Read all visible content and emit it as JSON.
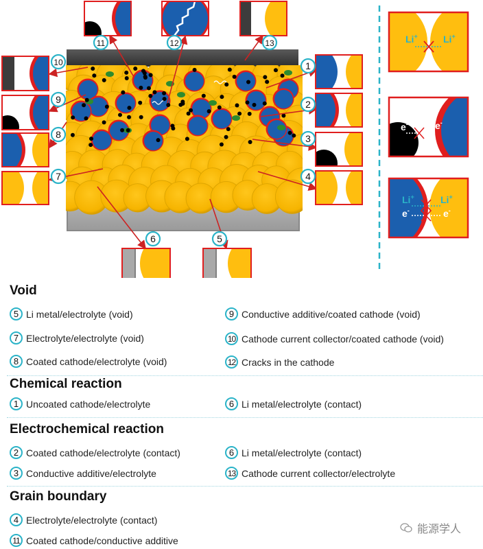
{
  "colors": {
    "electrolyte": "#ffbe0f",
    "cathode": "#1b5fae",
    "coating": "#e01e1e",
    "additive": "#000000",
    "binder": "#2e8b2e",
    "collector_top": "#3c3c3c",
    "li_metal": "#a9a9a9",
    "label_ring": "#2ab3c8",
    "arrow": "#cc2222",
    "divider": "#9fd5e0",
    "li_ion_text": "#2ab3c8"
  },
  "callouts": [
    {
      "n": "1",
      "icon": "uncoated-cathode-electrolyte-icon"
    },
    {
      "n": "2",
      "icon": "coated-cathode-electrolyte-icon"
    },
    {
      "n": "3",
      "icon": "additive-electrolyte-icon"
    },
    {
      "n": "4",
      "icon": "electrolyte-electrolyte-contact-icon"
    },
    {
      "n": "5",
      "icon": "li-metal-electrolyte-void-icon"
    },
    {
      "n": "6",
      "icon": "li-metal-electrolyte-contact-icon"
    },
    {
      "n": "7",
      "icon": "electrolyte-electrolyte-void-icon"
    },
    {
      "n": "8",
      "icon": "coated-cathode-electrolyte-void-icon"
    },
    {
      "n": "9",
      "icon": "additive-coated-cathode-void-icon"
    },
    {
      "n": "10",
      "icon": "collector-coated-cathode-void-icon"
    },
    {
      "n": "11",
      "icon": "coated-cathode-additive-icon"
    },
    {
      "n": "12",
      "icon": "cathode-crack-icon"
    },
    {
      "n": "13",
      "icon": "collector-electrolyte-icon"
    }
  ],
  "mechanisms": {
    "li_ion": "Li",
    "li_ion_sup": "+",
    "electron": "e",
    "electron_sup": "-"
  },
  "legend": {
    "sections": [
      {
        "title": "Void",
        "items": [
          {
            "n": "5",
            "text": "Li metal/electrolyte (void)"
          },
          {
            "n": "7",
            "text": "Electrolyte/electrolyte (void)"
          },
          {
            "n": "8",
            "text": "Coated cathode/electrolyte (void)"
          },
          {
            "n": "9",
            "text": "Conductive additive/coated cathode (void)"
          },
          {
            "n": "10",
            "text": "Cathode current collector/coated cathode (void)"
          },
          {
            "n": "12",
            "text": "Cracks in the cathode"
          }
        ]
      },
      {
        "title": "Chemical reaction",
        "items": [
          {
            "n": "1",
            "text": "Uncoated cathode/electrolyte"
          },
          {
            "n": "6",
            "text": "Li metal/electrolyte (contact)"
          }
        ]
      },
      {
        "title": "Electrochemical reaction",
        "items": [
          {
            "n": "2",
            "text": "Coated cathode/electrolyte (contact)"
          },
          {
            "n": "3",
            "text": "Conductive additive/electrolyte"
          },
          {
            "n": "6",
            "text": "Li metal/electrolyte (contact)"
          },
          {
            "n": "13",
            "text": "Cathode current collector/electrolyte"
          }
        ]
      },
      {
        "title": "Grain boundary",
        "items": [
          {
            "n": "4",
            "text": "Electrolyte/electrolyte (contact)"
          },
          {
            "n": "11",
            "text": "Coated cathode/conductive additive"
          }
        ]
      }
    ]
  },
  "watermark": "能源学人"
}
